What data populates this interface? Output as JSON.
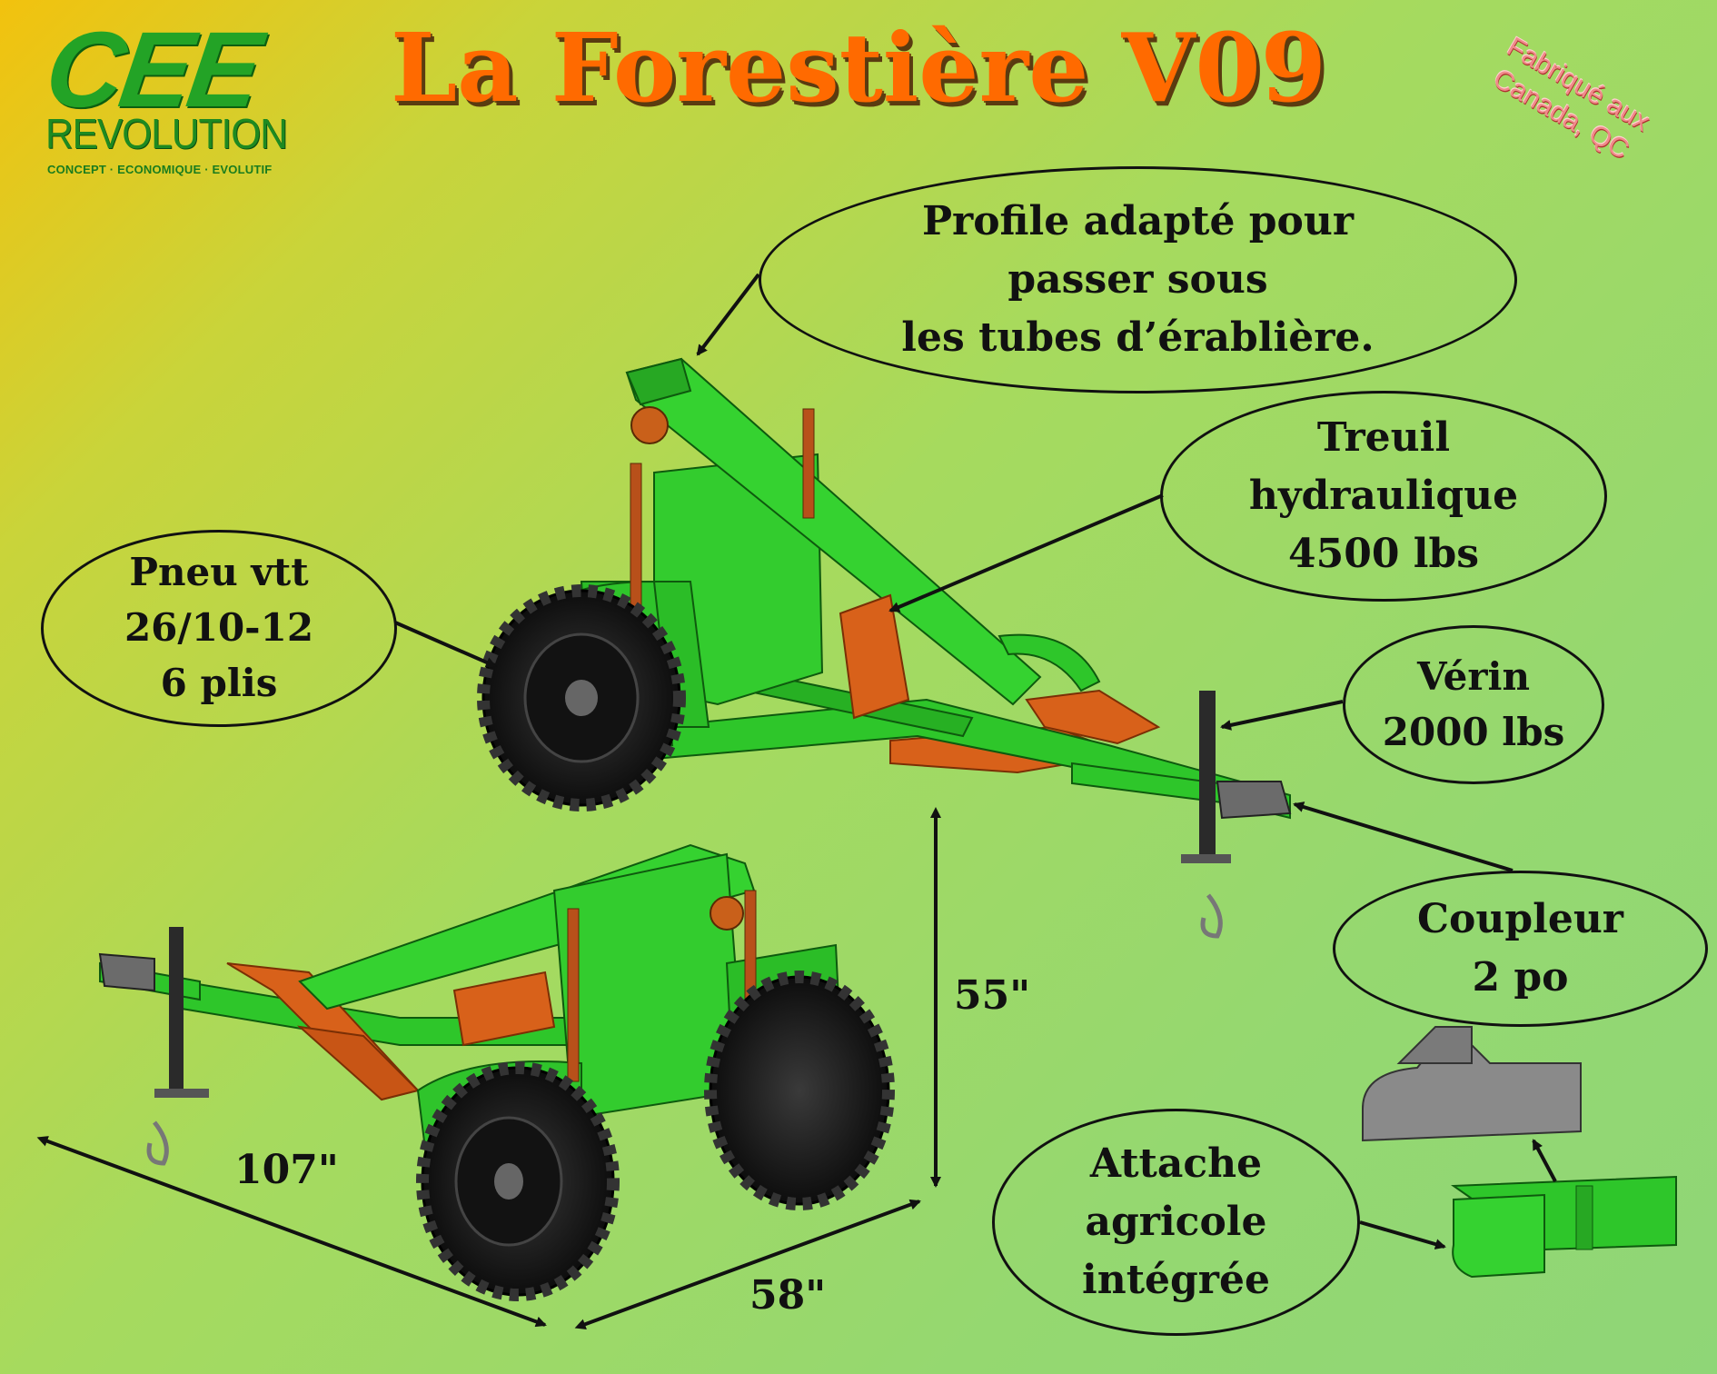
{
  "logo": {
    "brand": "CEE",
    "sub": "REVOLUTION",
    "tagline": "CONCEPT · ECONOMIQUE · EVOLUTIF"
  },
  "title": "La Forestière V09",
  "stamp": {
    "line1": "Fabriqué aux",
    "line2": "Canada, QC"
  },
  "callouts": {
    "profile": [
      "Profile adapté pour",
      "passer sous",
      "les tubes d’érablière."
    ],
    "winch": [
      "Treuil",
      "hydraulique",
      "4500 lbs"
    ],
    "tire": [
      "Pneu vtt",
      "26/10-12",
      "6 plis"
    ],
    "jack": [
      "Vérin",
      "2000 lbs"
    ],
    "coupler": [
      "Coupleur",
      "2 po"
    ],
    "hitch": [
      "Attache",
      "agricole",
      "intégrée"
    ]
  },
  "dimensions": {
    "length": "107\"",
    "width": "58\"",
    "height": "55\""
  },
  "colors": {
    "machine_green": "#2ec62a",
    "accent_orange": "#e0651a",
    "title_orange": "#ff6a00",
    "tire_black": "#1a1a1a"
  }
}
